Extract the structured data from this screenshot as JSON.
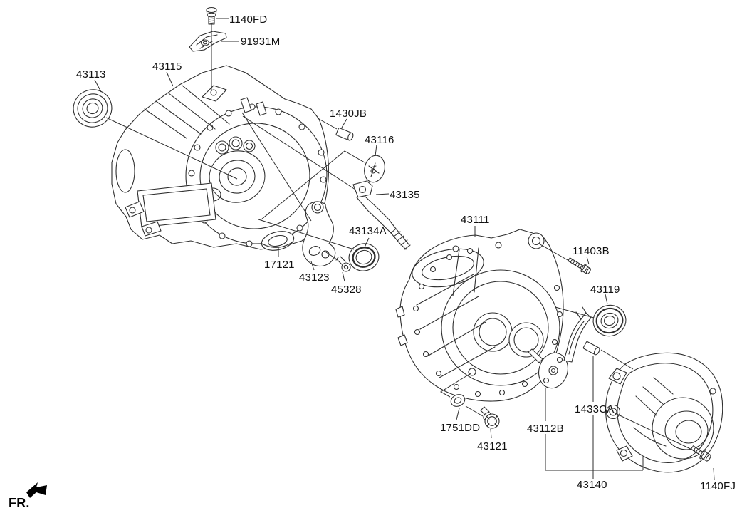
{
  "diagram": {
    "background_color": "#ffffff",
    "line_color": "#2e2e2e",
    "label_color": "#111111",
    "fr_indicator": {
      "text": "FR."
    },
    "labels": [
      {
        "text": "1140FD"
      },
      {
        "text": "91931M"
      },
      {
        "text": "43115"
      },
      {
        "text": "43113"
      },
      {
        "text": "1430JB"
      },
      {
        "text": "43116"
      },
      {
        "text": "43135"
      },
      {
        "text": "43111"
      },
      {
        "text": "43134A"
      },
      {
        "text": "11403B"
      },
      {
        "text": "17121"
      },
      {
        "text": "43123"
      },
      {
        "text": "43119"
      },
      {
        "text": "45328"
      },
      {
        "text": "1433CA"
      },
      {
        "text": "1751DD"
      },
      {
        "text": "43112B"
      },
      {
        "text": "43121"
      },
      {
        "text": "43140"
      },
      {
        "text": "1140FJ"
      }
    ]
  }
}
